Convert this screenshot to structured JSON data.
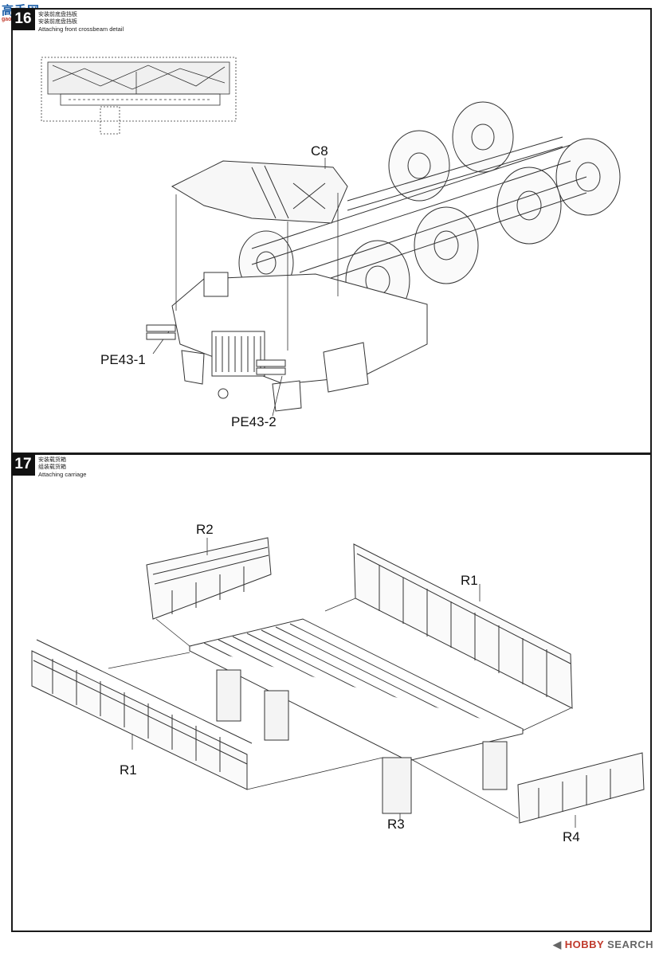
{
  "site_logo": {
    "main": "高手网",
    "sub": "gaoshou.net"
  },
  "step16": {
    "number": "16",
    "title_cn1": "安装前底盘挡板",
    "title_cn2": "安装前底盘挡板",
    "title_en": "Attaching front crossbeam detail",
    "callouts": {
      "c8": "C8",
      "pe43_1": "PE43-1",
      "pe43_2": "PE43-2"
    }
  },
  "step17": {
    "number": "17",
    "title_cn1": "安装载货箱",
    "title_cn2": "组装载货箱",
    "title_en": "Attaching carriage",
    "callouts": {
      "r2": "R2",
      "r1_right": "R1",
      "r1_left": "R1",
      "r3": "R3",
      "r4": "R4"
    }
  },
  "watermark": {
    "accent": "HOBBY",
    "rest": " SEARCH",
    "icon": "hobbysearch-logo-icon"
  }
}
